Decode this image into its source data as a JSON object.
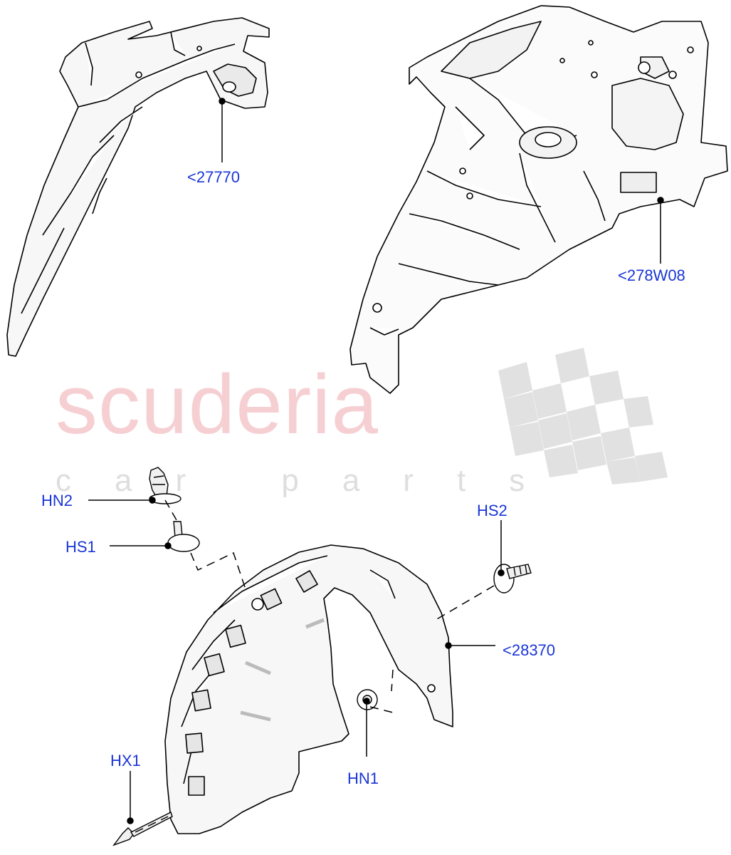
{
  "watermark": {
    "brand": "scuderia",
    "tagline": "car parts",
    "brand_color": "#f6cfd3",
    "flag_color": "#d9d9d9"
  },
  "callouts": {
    "part_27770": "<27770",
    "part_278W08": "<278W08",
    "part_28370": "<28370",
    "hn2": "HN2",
    "hs1": "HS1",
    "hs2": "HS2",
    "hn1": "HN1",
    "hx1": "HX1"
  },
  "colors": {
    "callout_text": "#1a35d6",
    "line_art": "#000000",
    "part_shading": "#f2f2f2"
  }
}
